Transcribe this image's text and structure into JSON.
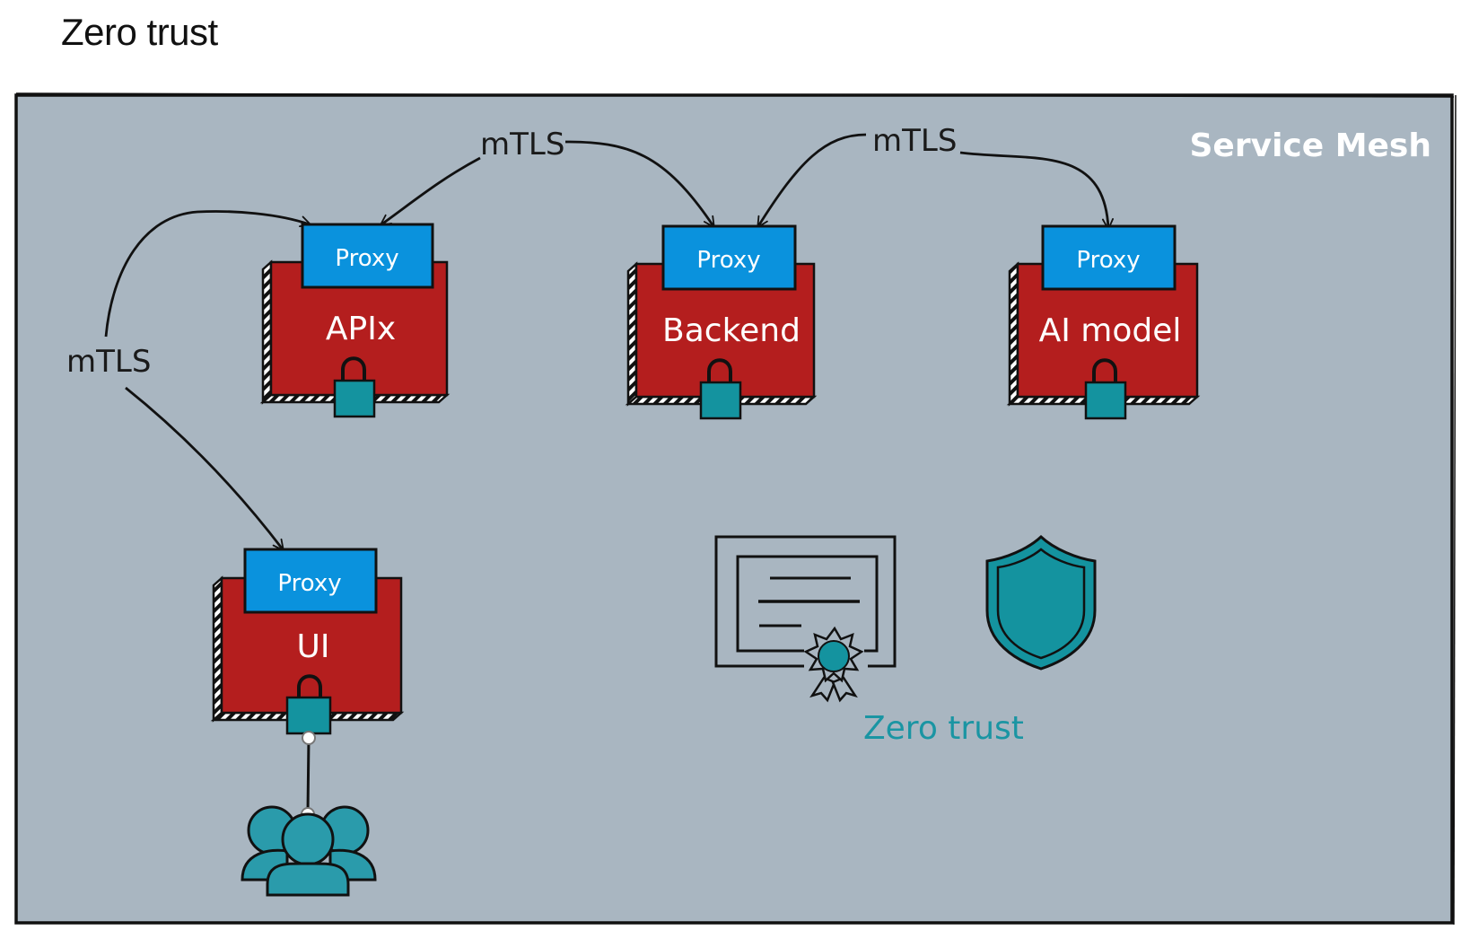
{
  "title": "Zero trust",
  "mesh": {
    "label": "Service Mesh",
    "background": "#a9b6c1"
  },
  "colors": {
    "service_fill": "#b41e1e",
    "proxy_fill": "#0a92dd",
    "teal": "#1a95a3",
    "lock_fill": "#14939f",
    "stroke": "#111111"
  },
  "services": [
    {
      "id": "apix",
      "name": "APIx",
      "proxy_label": "Proxy",
      "icon": "lock-icon"
    },
    {
      "id": "backend",
      "name": "Backend",
      "proxy_label": "Proxy",
      "icon": "lock-icon"
    },
    {
      "id": "ai-model",
      "name": "AI model",
      "proxy_label": "Proxy",
      "icon": "lock-icon"
    },
    {
      "id": "ui",
      "name": "UI",
      "proxy_label": "Proxy",
      "icon": "lock-icon"
    }
  ],
  "connections": [
    {
      "label": "mTLS",
      "from": "APIx",
      "to": "Backend"
    },
    {
      "label": "mTLS",
      "from": "Backend",
      "to": "AI model"
    },
    {
      "label": "mTLS",
      "from": "UI",
      "to": "APIx"
    }
  ],
  "users": {
    "icon": "users-group-icon"
  },
  "zero_trust": {
    "label": "Zero trust",
    "icons": [
      "certificate-icon",
      "shield-icon"
    ]
  }
}
